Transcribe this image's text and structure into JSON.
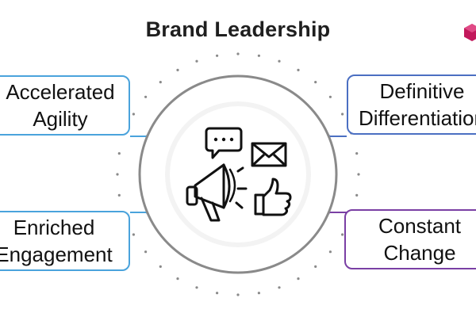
{
  "title": "Brand Leadership",
  "colors": {
    "blue": "#4aa3dc",
    "navy": "#4b6fc2",
    "purple": "#7a3fa4",
    "ring": "#8a8a8a",
    "logo": "#c2185b"
  },
  "pillars": {
    "top_left": {
      "line1": "Accelerated",
      "line2": "Agility"
    },
    "bottom_left": {
      "line1": "Enriched",
      "line2": "Engagement"
    },
    "top_right": {
      "line1": "Definitive",
      "line2": "Differentiation"
    },
    "bottom_right": {
      "line1": "Constant",
      "line2": "Change"
    }
  },
  "center_icons": [
    "chat-bubble-icon",
    "envelope-icon",
    "megaphone-icon",
    "thumbs-up-icon"
  ]
}
